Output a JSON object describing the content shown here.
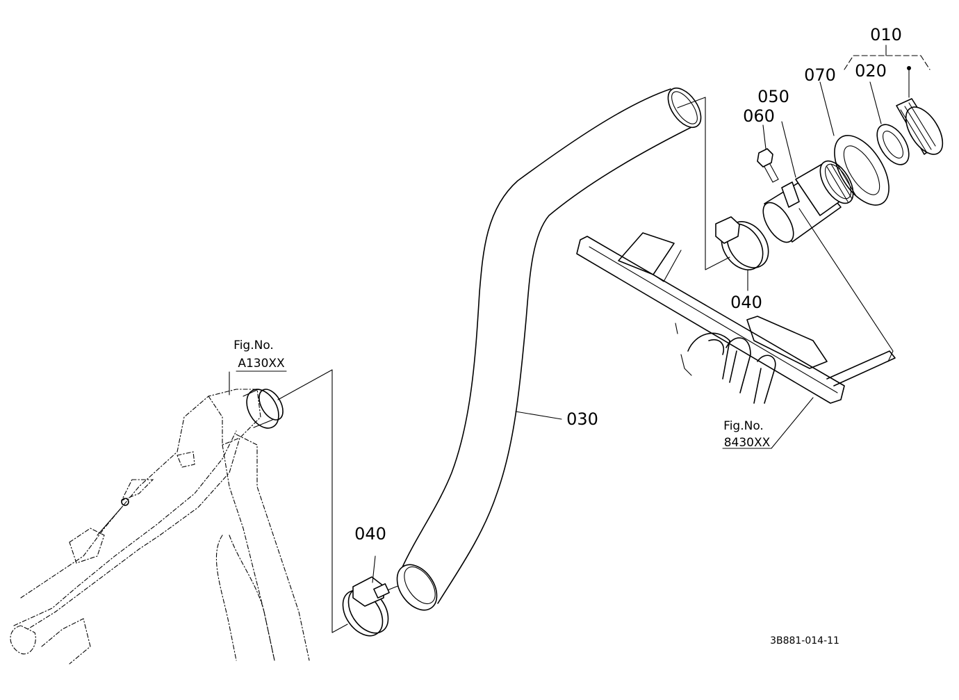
{
  "callouts": {
    "p010": "010",
    "p020": "020",
    "p030": "030",
    "p040_upper": "040",
    "p040_lower": "040",
    "p050": "050",
    "p060": "060",
    "p070": "070"
  },
  "references": {
    "left_title": "Fig.No.",
    "left_code": "A130XX",
    "right_title": "Fig.No.",
    "right_code": "8430XX"
  },
  "diagram_code": "3B881-014-11",
  "icons": {
    "hose": "radiator-hose-icon",
    "clamp": "hose-clamp-icon",
    "cap": "filler-cap-icon"
  }
}
